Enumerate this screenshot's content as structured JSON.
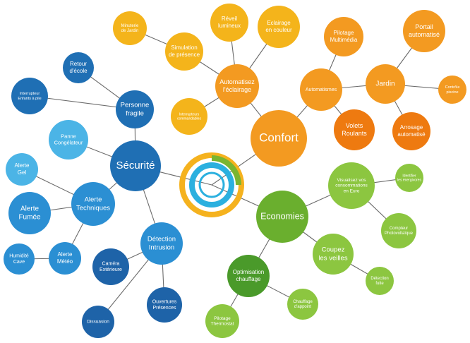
{
  "colors": {
    "security_dark": "#1f6fb4",
    "security_mid": "#2b8fd3",
    "security_light": "#4bb4e6",
    "security_deep": "#1e63a8",
    "comfort_yellow": "#f4b41b",
    "comfort_orange": "#f39a21",
    "comfort_deep": "#ee7a10",
    "eco_green": "#6aaf2e",
    "eco_light": "#8cc640",
    "eco_dark": "#4a9a2a",
    "hub_ring_yellow": "#f5b21e",
    "hub_ring_green": "#7ab530",
    "hub_ring_blue": "#2bb0df"
  },
  "nodes": {
    "confort": "Confort",
    "securite": "Sécurité",
    "economies": "Economies",
    "automatisez": [
      "Automatisez",
      "l'éclairage"
    ],
    "simulation": [
      "Simulation",
      "de présence"
    ],
    "minuterie": [
      "Minuterie",
      "de Jardin"
    ],
    "reveil": [
      "Réveil",
      "lumineux"
    ],
    "eclairage_couleur": [
      "Eclairage",
      "en couleur"
    ],
    "interrupteurs": [
      "Interrupteurs",
      "commandables"
    ],
    "automatismes": "Automatismes",
    "pilotage_multimedia": [
      "Pilotage",
      "Multimédia"
    ],
    "volets": [
      "Volets",
      "Roulants"
    ],
    "jardin": "Jardin",
    "portail": [
      "Portail",
      "automatisé"
    ],
    "controle_piscine": [
      "Contrôle",
      "piscine"
    ],
    "arrosage": [
      "Arrosage",
      "automatisé"
    ],
    "personne_fragile": [
      "Personne",
      "fragile"
    ],
    "retour_ecole": [
      "Retour",
      "d'école"
    ],
    "interrupteur_enfants": [
      "Interrupteur",
      "Enfants à pile"
    ],
    "panne_congelateur": [
      "Panne",
      "Congélateur"
    ],
    "alerte_techniques": [
      "Alerte",
      "Techniques"
    ],
    "alerte_gel": [
      "Alerte",
      "Gel"
    ],
    "alerte_fumee": [
      "Alerte",
      "Fumée"
    ],
    "alerte_meteo": [
      "Alerte",
      "Météo"
    ],
    "humidite_cave": [
      "Humidité",
      "Cave"
    ],
    "detection_intrusion": [
      "Détection",
      "Intrusion"
    ],
    "camera_exterieure": [
      "Caméra",
      "Extérieure"
    ],
    "ouvertures_presences": [
      "Ouvertures",
      "Présences"
    ],
    "dissuasion": "Dissuasion",
    "visualisez": [
      "Visualisez vos",
      "consommations",
      "en Euro"
    ],
    "identifier": [
      "Identifier",
      "les énergivores"
    ],
    "compteur": [
      "Compteur",
      "Photovoltaïque"
    ],
    "coupez": [
      "Coupez",
      "les veilles"
    ],
    "detection_fuite": [
      "Détection",
      "fuite"
    ],
    "optimisation": [
      "Optimisation",
      "chauffage"
    ],
    "chauffage_appoint": [
      "Chauffage",
      "d'appoint"
    ],
    "pilotage_thermostat": [
      "Pilotage",
      "Thermostat"
    ]
  }
}
